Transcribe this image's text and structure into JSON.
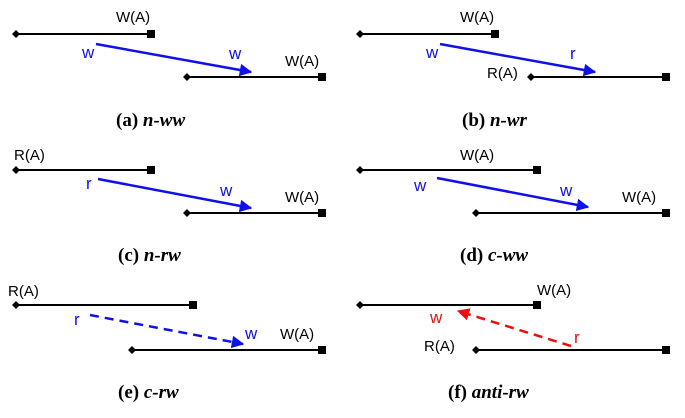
{
  "colors": {
    "line": "#000000",
    "normal_edge": "#1010e8",
    "anti_edge": "#e81010"
  },
  "panels": [
    {
      "id": "a",
      "caption_prefix": "(a)",
      "caption_name": "n-ww",
      "top_label": "W(A)",
      "bottom_label": "W(A)",
      "src_label": "w",
      "dst_label": "w",
      "edge_style": "solid",
      "edge_color": "normal_edge"
    },
    {
      "id": "b",
      "caption_prefix": "(b)",
      "caption_name": "n-wr",
      "top_label": "W(A)",
      "bottom_label": "R(A)",
      "src_label": "w",
      "dst_label": "r",
      "edge_style": "solid",
      "edge_color": "normal_edge"
    },
    {
      "id": "c",
      "caption_prefix": "(c)",
      "caption_name": "n-rw",
      "top_label": "R(A)",
      "bottom_label": "W(A)",
      "src_label": "r",
      "dst_label": "w",
      "edge_style": "solid",
      "edge_color": "normal_edge"
    },
    {
      "id": "d",
      "caption_prefix": "(d)",
      "caption_name": "c-ww",
      "top_label": "W(A)",
      "bottom_label": "W(A)",
      "src_label": "w",
      "dst_label": "w",
      "edge_style": "solid",
      "edge_color": "normal_edge"
    },
    {
      "id": "e",
      "caption_prefix": "(e)",
      "caption_name": "c-rw",
      "top_label": "R(A)",
      "bottom_label": "W(A)",
      "src_label": "r",
      "dst_label": "w",
      "edge_style": "dashed",
      "edge_color": "normal_edge"
    },
    {
      "id": "f",
      "caption_prefix": "(f)",
      "caption_name": "anti-rw",
      "top_label": "W(A)",
      "bottom_label": "R(A)",
      "src_label": "r",
      "dst_label": "w",
      "edge_style": "dashed",
      "edge_color": "anti_edge",
      "edge_direction": "bottom-to-top"
    }
  ]
}
